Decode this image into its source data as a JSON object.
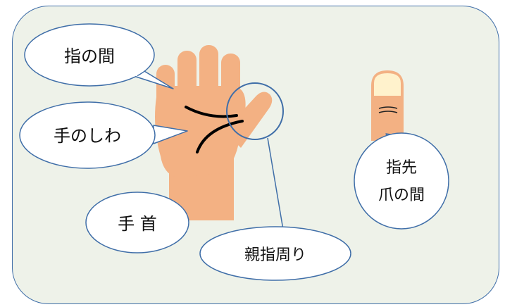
{
  "labels": {
    "between_fingers": "指の間",
    "palm_creases": "手のしわ",
    "wrist": "手 首",
    "around_thumb": "親指周り",
    "fingertip": "指先",
    "between_nails": "爪の間"
  },
  "colors": {
    "background": "#eef2e9",
    "border": "#3f6ea8",
    "skin": "#f3b183",
    "nail": "#fff2cc",
    "bubble_fill": "#ffffff",
    "crease": "#000000"
  }
}
